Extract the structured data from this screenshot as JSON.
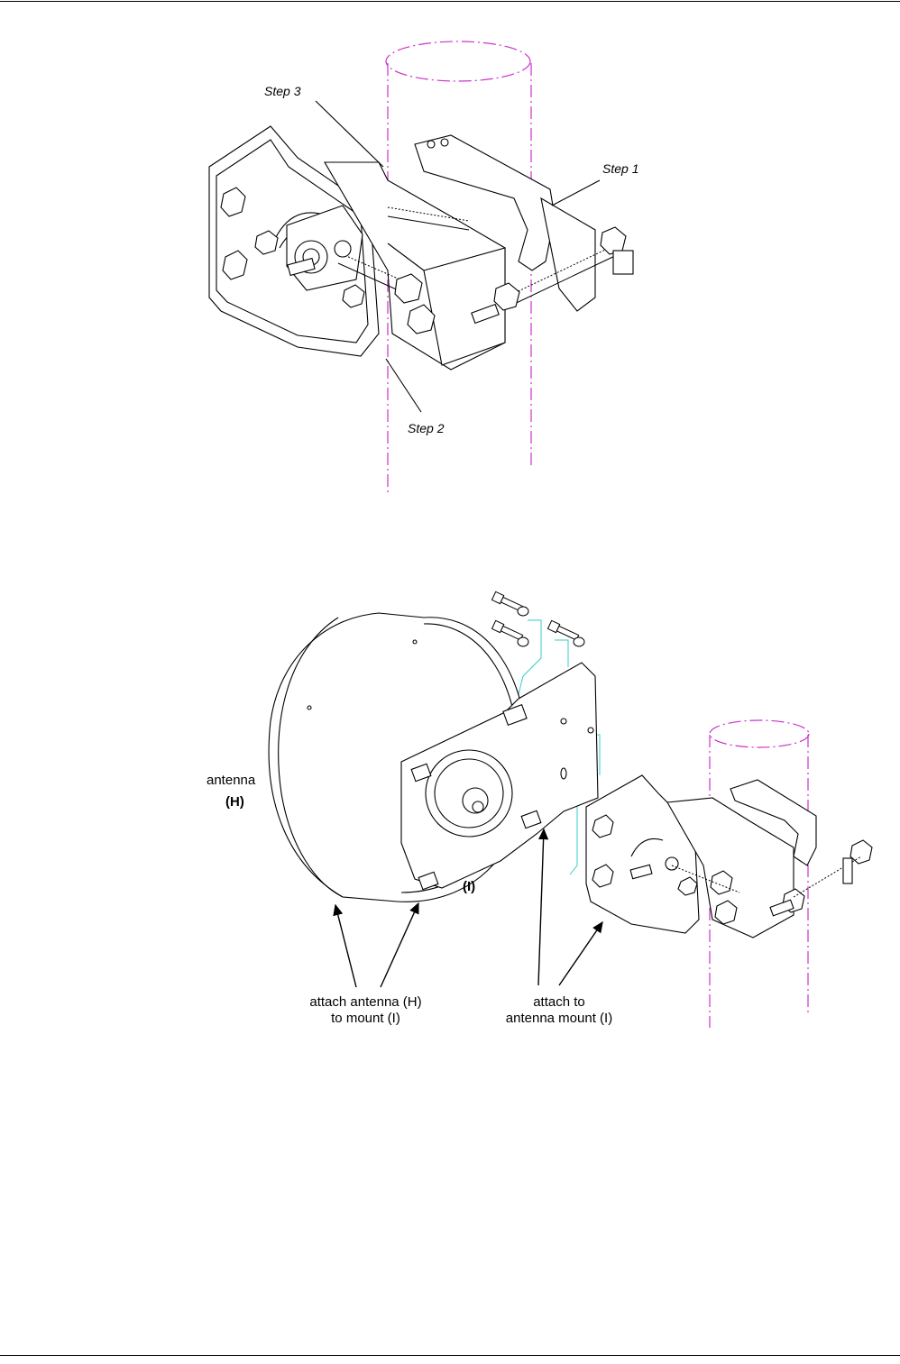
{
  "figure_top": {
    "labels": {
      "step1": "Step 1",
      "step2": "Step 2",
      "step3": "Step 3"
    }
  },
  "figure_bottom": {
    "labels": {
      "antenna": "antenna",
      "antenna_ref": "(H)",
      "mount_ref": "(I)",
      "attach_antenna_line1": "attach antenna (H)",
      "attach_antenna_line2": "to mount (I)",
      "attach_mount_line1": "attach to",
      "attach_mount_line2": "antenna mount (I)"
    }
  },
  "colors": {
    "pole_outline": "#cc33cc",
    "guide_line": "#33cccc",
    "ink": "#000000"
  }
}
